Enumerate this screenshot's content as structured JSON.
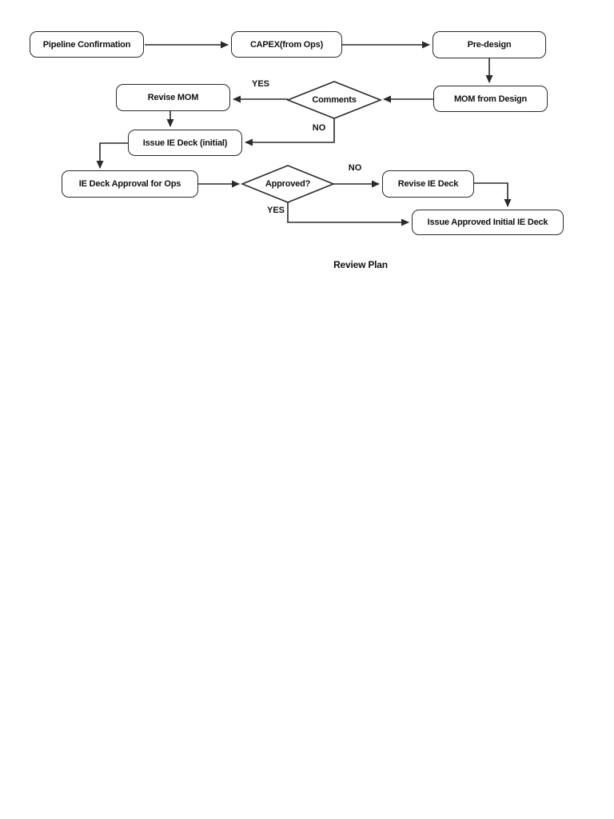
{
  "flowchart": {
    "caption": "Review Plan",
    "colors": {
      "background": "#ffffff",
      "line": "#2a2a2a",
      "text": "#111111"
    },
    "nodes": {
      "pipeline_confirmation": {
        "label": "Pipeline Confirmation",
        "type": "process"
      },
      "capex_from_ops": {
        "label": "CAPEX(from Ops)",
        "type": "process"
      },
      "pre_design": {
        "label": "Pre-design",
        "type": "process"
      },
      "mom_from_design": {
        "label": "MOM from Design",
        "type": "process"
      },
      "comments": {
        "label": "Comments",
        "type": "decision"
      },
      "revise_mom": {
        "label": "Revise MOM",
        "type": "process"
      },
      "issue_ie_deck_initial": {
        "label": "Issue IE Deck (initial)",
        "type": "process"
      },
      "ie_deck_approval_for_ops": {
        "label": "IE Deck Approval for Ops",
        "type": "process"
      },
      "approved": {
        "label": "Approved?",
        "type": "decision"
      },
      "revise_ie_deck": {
        "label": "Revise IE Deck",
        "type": "process"
      },
      "issue_approved_initial_ie_deck": {
        "label": "Issue Approved Initial IE Deck",
        "type": "process"
      }
    },
    "edge_labels": {
      "comments_yes": "YES",
      "comments_no": "NO",
      "approved_no": "NO",
      "approved_yes": "YES"
    }
  }
}
